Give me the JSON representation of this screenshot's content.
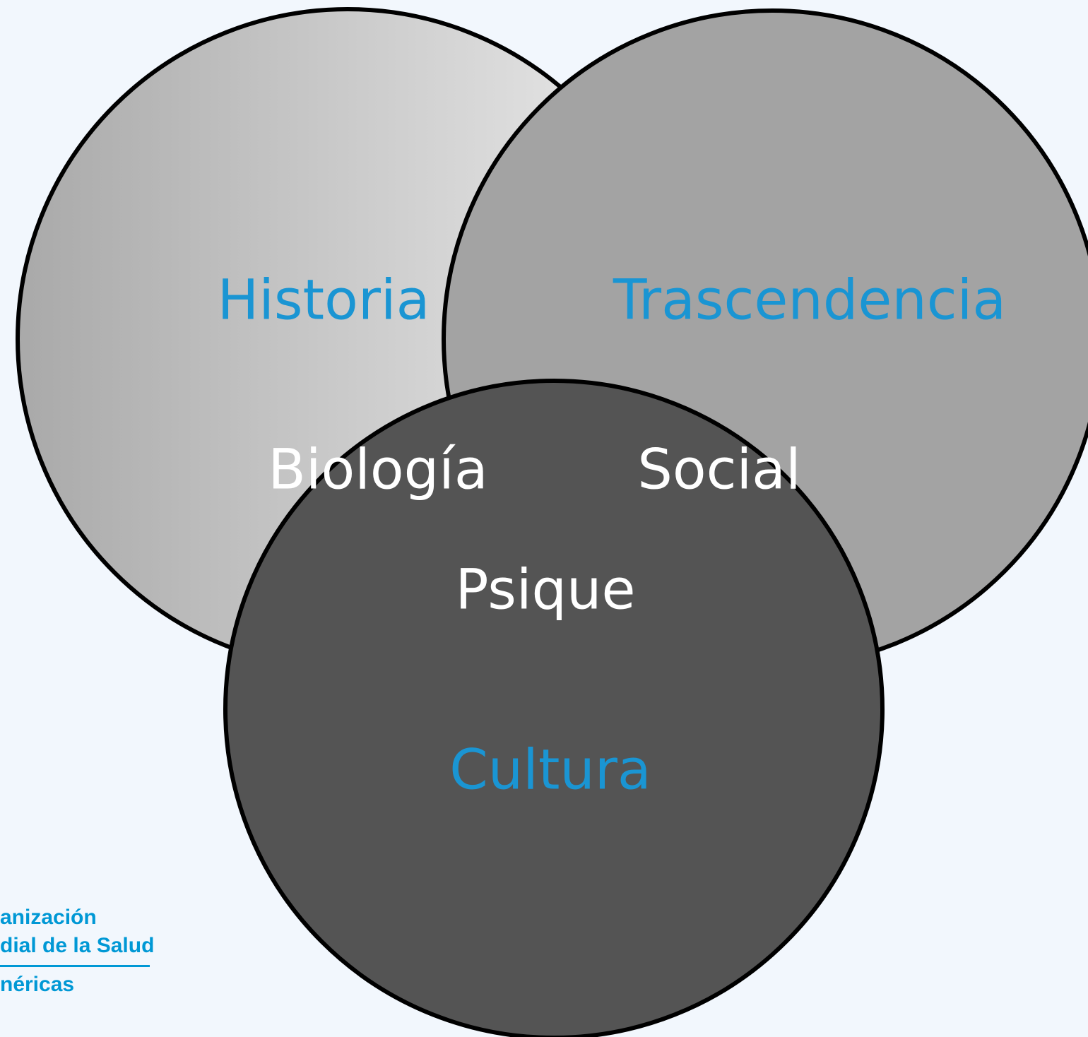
{
  "diagram": {
    "labels": {
      "historia": "Historia",
      "trascendencia": "Trascendencia",
      "biologia": "Biología",
      "social": "Social",
      "psique": "Psique",
      "cultura": "Cultura"
    }
  },
  "logo": {
    "line1": "anización",
    "line2": "dial de la Salud",
    "line3": "néricas"
  },
  "colors": {
    "background": "#f2f7fd",
    "circle_left_light": "#e6e6e6",
    "circle_left_dark": "#a9a9a9",
    "circle_right": "#a3a3a3",
    "circle_bottom": "#545454",
    "outline": "#000000",
    "accent_blue": "#1a95d3",
    "white_text": "#ffffff"
  }
}
